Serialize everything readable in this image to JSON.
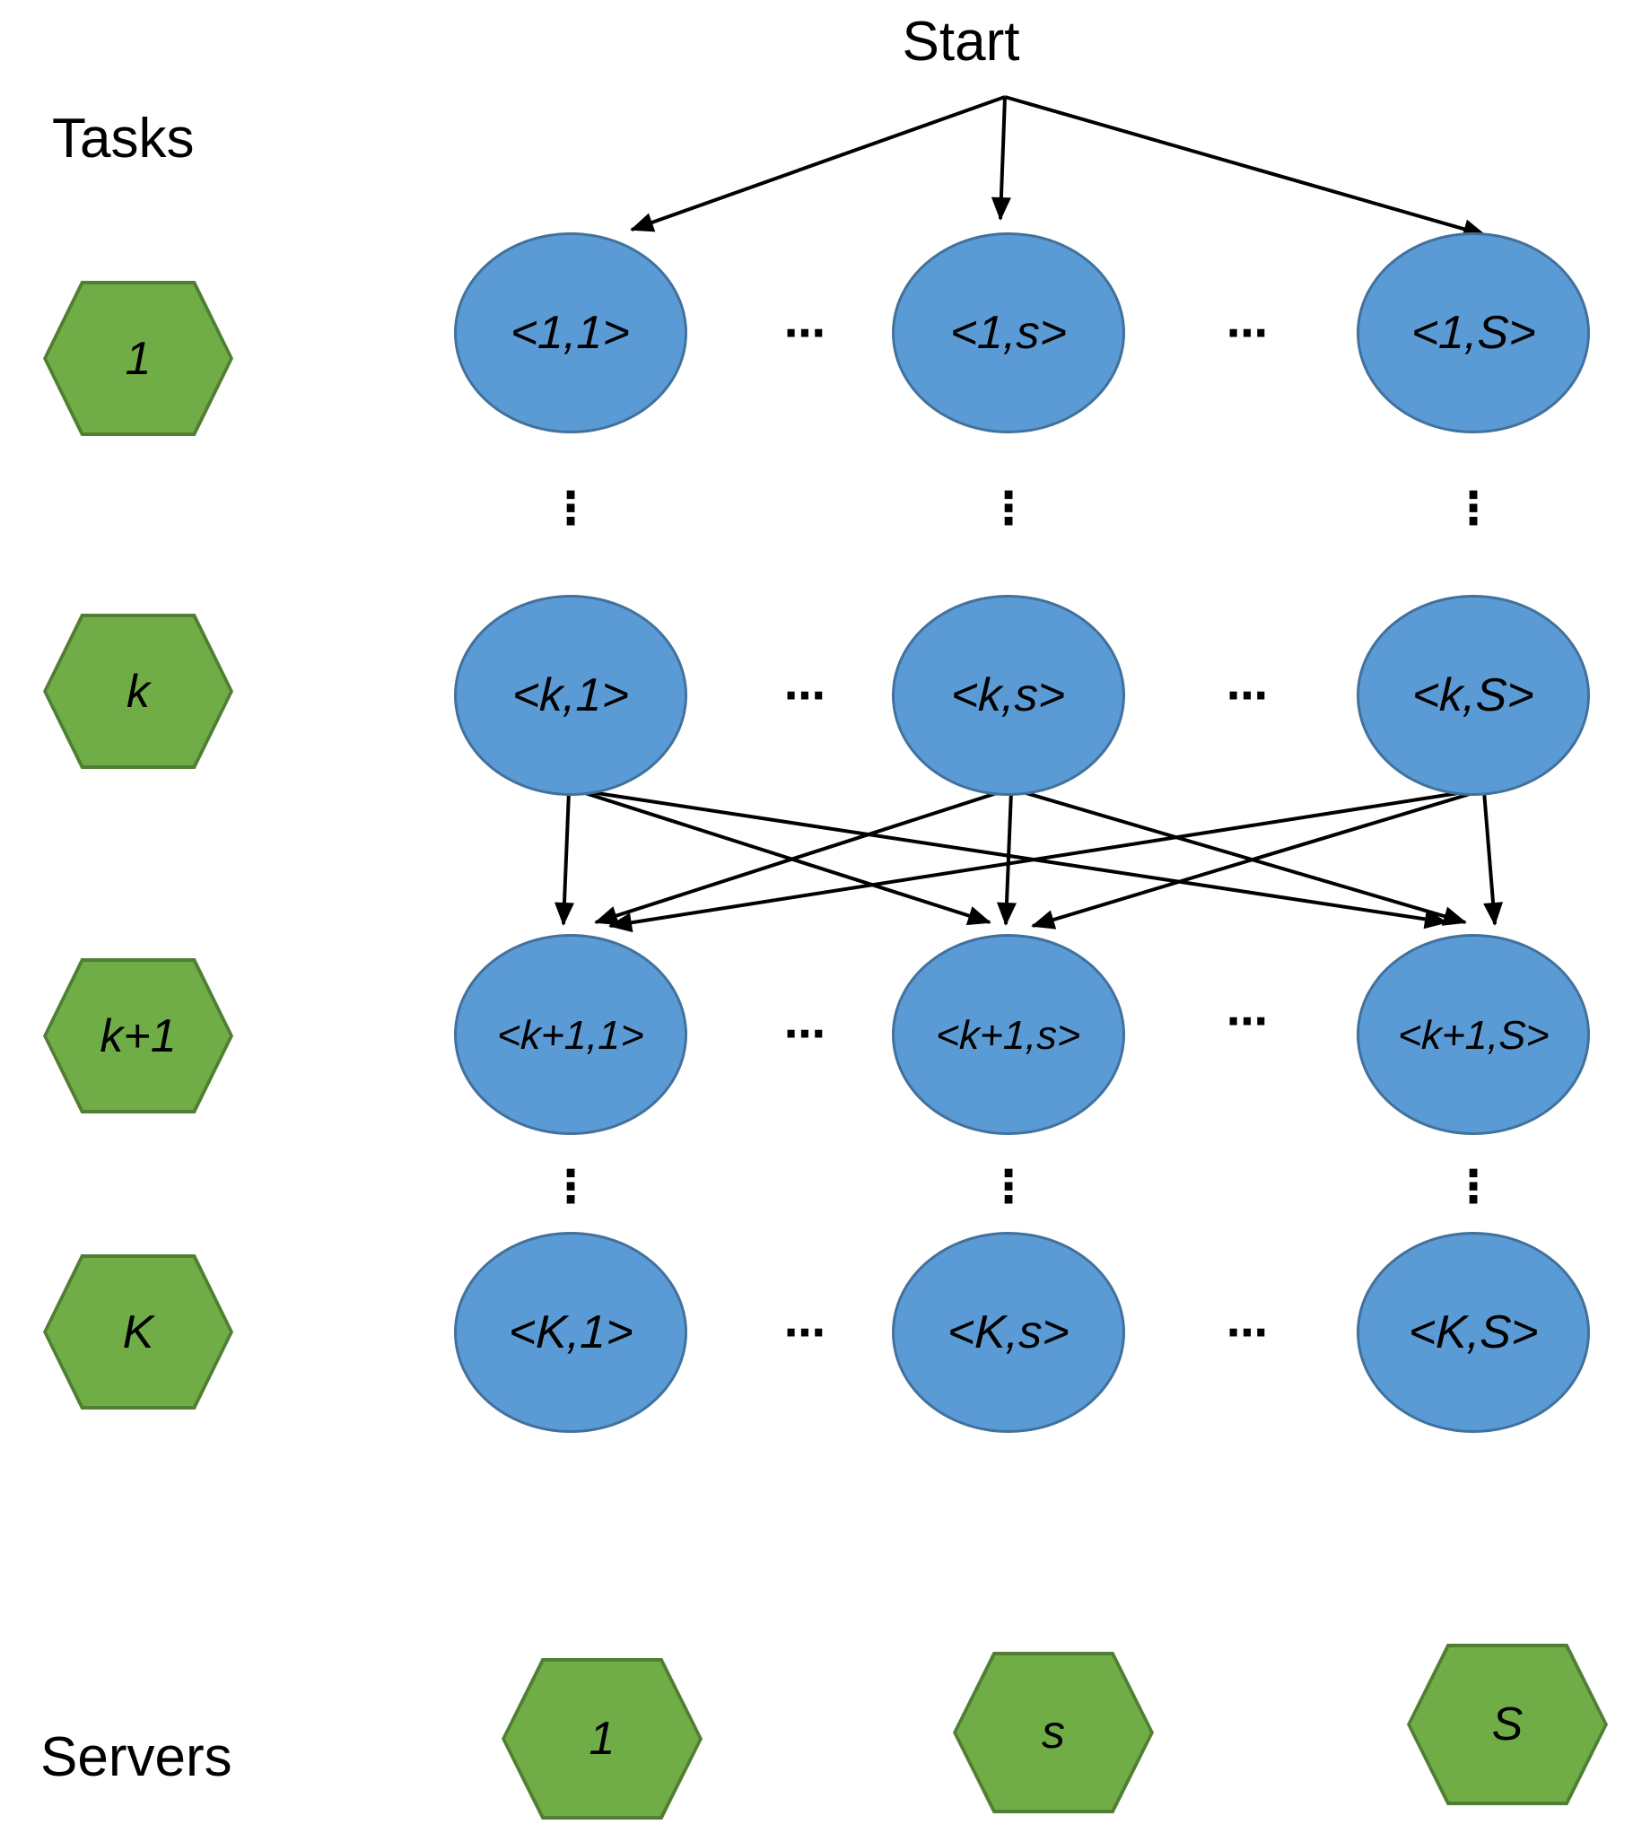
{
  "diagram": {
    "start_label": "Start",
    "tasks_label": "Tasks",
    "servers_label": "Servers",
    "task_rows": [
      {
        "task_label": "1",
        "nodes": [
          "<1,1>",
          "<1,s>",
          "<1,S>"
        ]
      },
      {
        "task_label": "k",
        "nodes": [
          "<k,1>",
          "<k,s>",
          "<k,S>"
        ]
      },
      {
        "task_label": "k+1",
        "nodes": [
          "<k+1,1>",
          "<k+1,s>",
          "<k+1,S>"
        ]
      },
      {
        "task_label": "K",
        "nodes": [
          "<K,1>",
          "<K,s>",
          "<K,S>"
        ]
      }
    ],
    "server_labels": [
      "1",
      "s",
      "S"
    ],
    "horizontal_ellipsis": "⋯",
    "vertical_ellipsis": "⋮",
    "colors": {
      "background": "#ffffff",
      "text_color": "#000000",
      "node_fill": "#5b9bd5",
      "node_stroke": "#41719c",
      "hexagon_fill": "#70ad47",
      "hexagon_stroke": "#507e32",
      "arrow_color": "#000000"
    }
  }
}
